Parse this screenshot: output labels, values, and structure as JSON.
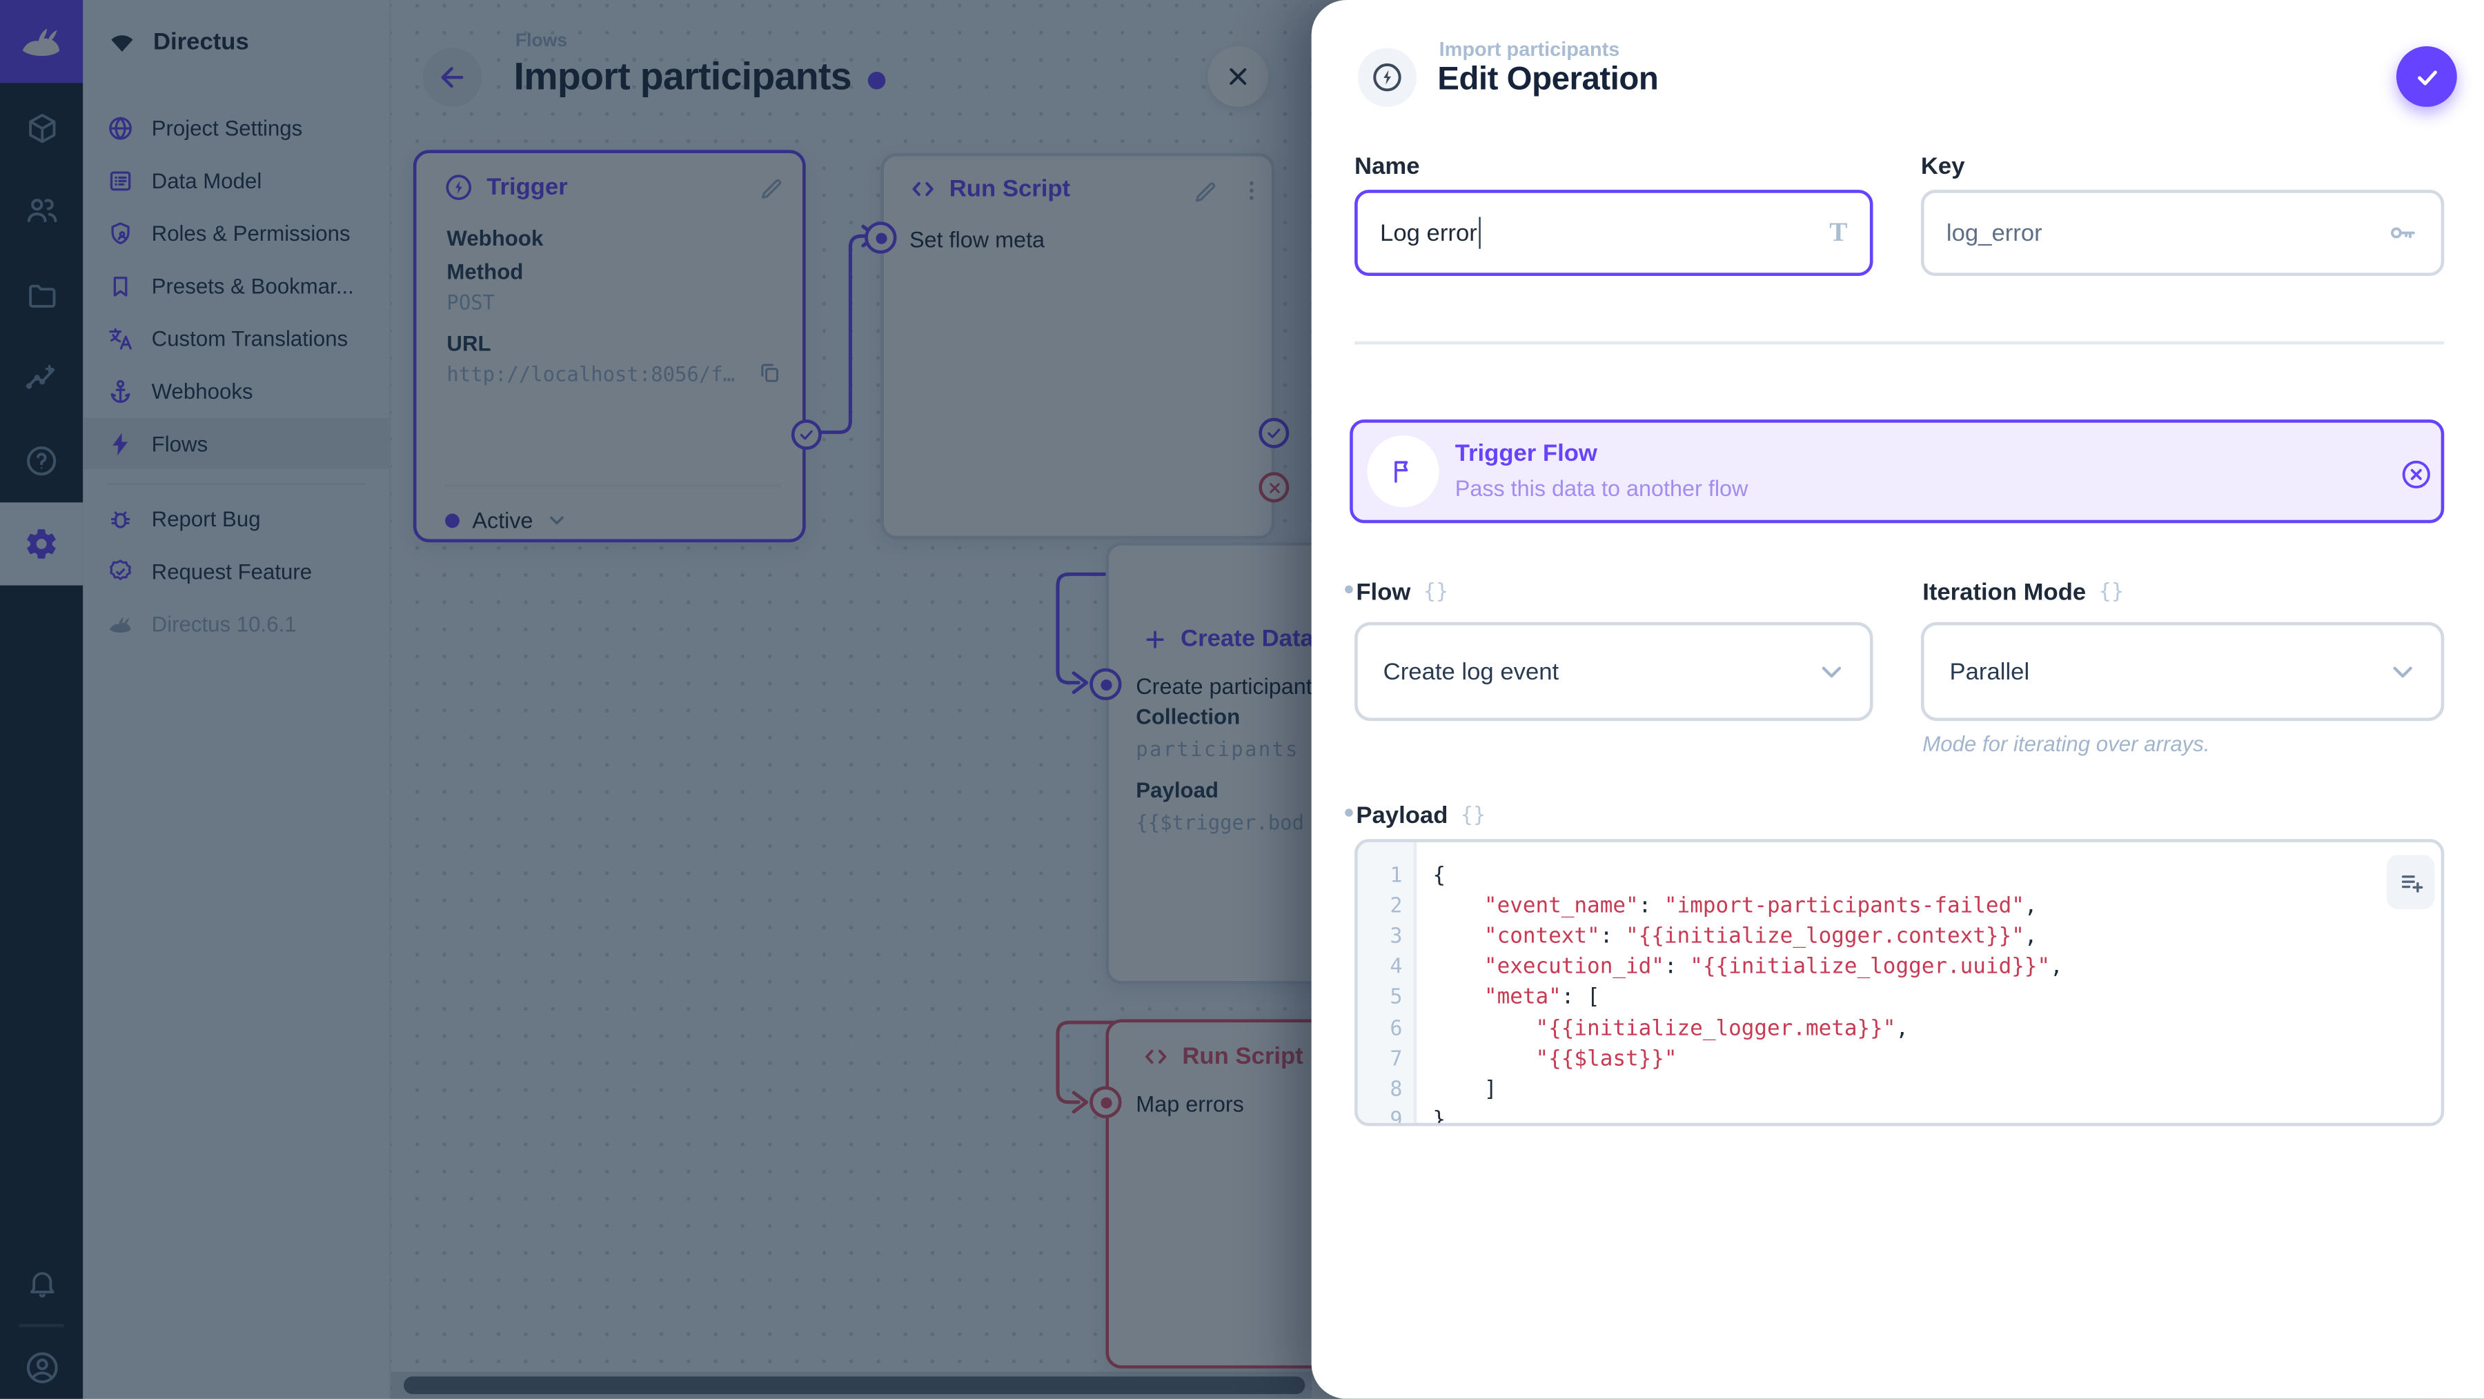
{
  "colors": {
    "accent": "#6644FF",
    "danger": "#E35169"
  },
  "module_bar": {
    "logo_icon": "directus-rabbit-icon",
    "modules": [
      {
        "name": "content",
        "icon": "box-icon"
      },
      {
        "name": "user-directory",
        "icon": "people-icon"
      },
      {
        "name": "file-library",
        "icon": "folder-icon"
      },
      {
        "name": "insights",
        "icon": "insights-icon"
      },
      {
        "name": "help",
        "icon": "help-icon"
      },
      {
        "name": "settings",
        "icon": "gear-icon",
        "active": true
      }
    ],
    "bottom": [
      {
        "name": "notifications",
        "icon": "bell-icon"
      },
      {
        "name": "account",
        "icon": "avatar-icon"
      }
    ]
  },
  "nav": {
    "project_name": "Directus",
    "items": [
      {
        "label": "Project Settings",
        "icon": "globe-icon"
      },
      {
        "label": "Data Model",
        "icon": "list-icon"
      },
      {
        "label": "Roles & Permissions",
        "icon": "shield-user-icon"
      },
      {
        "label": "Presets & Bookmar...",
        "icon": "bookmark-icon"
      },
      {
        "label": "Custom Translations",
        "icon": "translate-icon"
      },
      {
        "label": "Webhooks",
        "icon": "anchor-icon"
      },
      {
        "label": "Flows",
        "icon": "bolt-icon",
        "active": true
      }
    ],
    "secondary": [
      {
        "label": "Report Bug",
        "icon": "bug-icon"
      },
      {
        "label": "Request Feature",
        "icon": "verified-icon"
      }
    ],
    "version": "Directus 10.6.1"
  },
  "canvas": {
    "breadcrumb": "Flows",
    "title": "Import participants",
    "trigger_panel": {
      "title": "Trigger",
      "type": "Webhook",
      "method_label": "Method",
      "method": "POST",
      "url_label": "URL",
      "url": "http://localhost:8056/f…",
      "status": "Active"
    },
    "run_script_panel": {
      "title": "Run Script",
      "name": "Set flow meta"
    },
    "create_data_panel": {
      "title": "Create Data",
      "name": "Create participants",
      "collection_label": "Collection",
      "collection": "participants",
      "payload_label": "Payload",
      "payload": "{{$trigger.bod"
    },
    "map_errors_panel": {
      "title": "Run Script",
      "name": "Map errors"
    }
  },
  "drawer": {
    "breadcrumb": "Import participants",
    "title": "Edit Operation",
    "name_field": {
      "label": "Name",
      "value": "Log error"
    },
    "key_field": {
      "label": "Key",
      "value": "log_error"
    },
    "banner": {
      "title": "Trigger Flow",
      "subtitle": "Pass this data to another flow"
    },
    "flow_field": {
      "label": "Flow",
      "value": "Create log event"
    },
    "iteration_field": {
      "label": "Iteration Mode",
      "value": "Parallel",
      "note": "Mode for iterating over arrays."
    },
    "payload_field": {
      "label": "Payload",
      "lines": [
        "{",
        "    \"event_name\": \"import-participants-failed\",",
        "    \"context\": \"{{initialize_logger.context}}\",",
        "    \"execution_id\": \"{{initialize_logger.uuid}}\",",
        "    \"meta\": [",
        "        \"{{initialize_logger.meta}}\",",
        "        \"{{$last}}\"",
        "    ]",
        "}"
      ]
    }
  }
}
